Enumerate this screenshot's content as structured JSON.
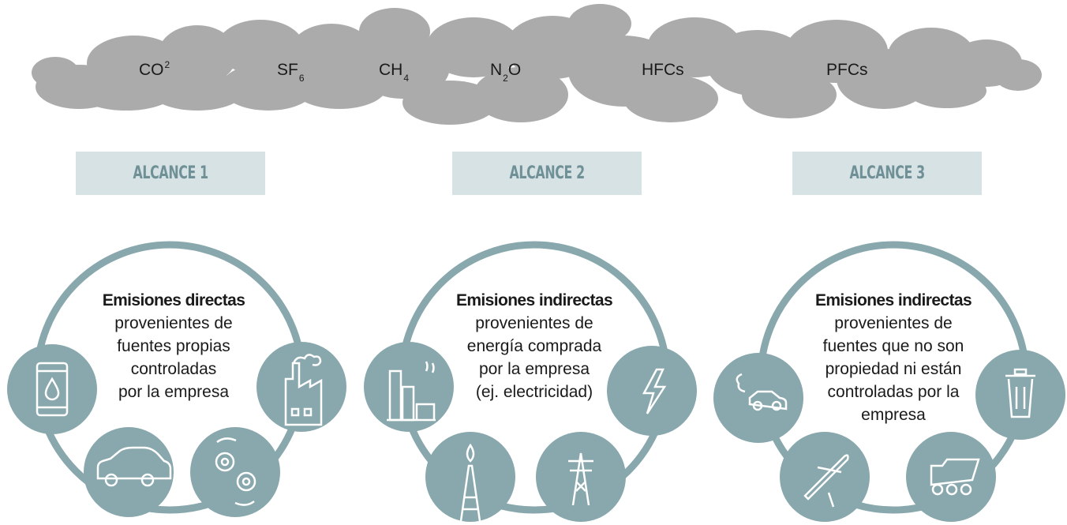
{
  "gases": [
    {
      "base": "CO",
      "sup": "2",
      "sub": ""
    },
    {
      "base": "SF",
      "sup": "",
      "sub": "6"
    },
    {
      "base": "CH",
      "sup": "",
      "sub": "4"
    },
    {
      "base": "N",
      "sup": "",
      "sub": "2",
      "tail": "O"
    },
    {
      "base": "HFCs",
      "sup": "",
      "sub": ""
    },
    {
      "base": "PFCs",
      "sup": "",
      "sub": ""
    }
  ],
  "scopes": [
    {
      "tag": "ALCANCE 1",
      "bold": "Emisiones directas",
      "text": "provenientes de\nfuentes propias\ncontroladas\npor la empresa",
      "icons": [
        "oil-barrel-icon",
        "car-icon",
        "gears-icon",
        "factory-icon"
      ]
    },
    {
      "tag": "ALCANCE 2",
      "bold": "Emisiones indirectas",
      "text": "provenientes de\nenergía comprada\npor la empresa\n(ej. electricidad)",
      "icons": [
        "refinery-icon",
        "oil-rig-icon",
        "power-tower-icon",
        "lightning-icon"
      ]
    },
    {
      "tag": "ALCANCE 3",
      "bold": "Emisiones indirectas",
      "text": "provenientes de\nfuentes que no son\npropiedad ni están\ncontroladas por la\nempresa",
      "icons": [
        "car-exhaust-icon",
        "airplane-icon",
        "dump-truck-icon",
        "trash-can-icon"
      ]
    }
  ],
  "colors": {
    "cloud": "#ababab",
    "ring": "#88a8ad",
    "icon_bg": "#88a8ad",
    "tag_bg": "#d6e2e3",
    "tag_text": "#6f9096"
  }
}
